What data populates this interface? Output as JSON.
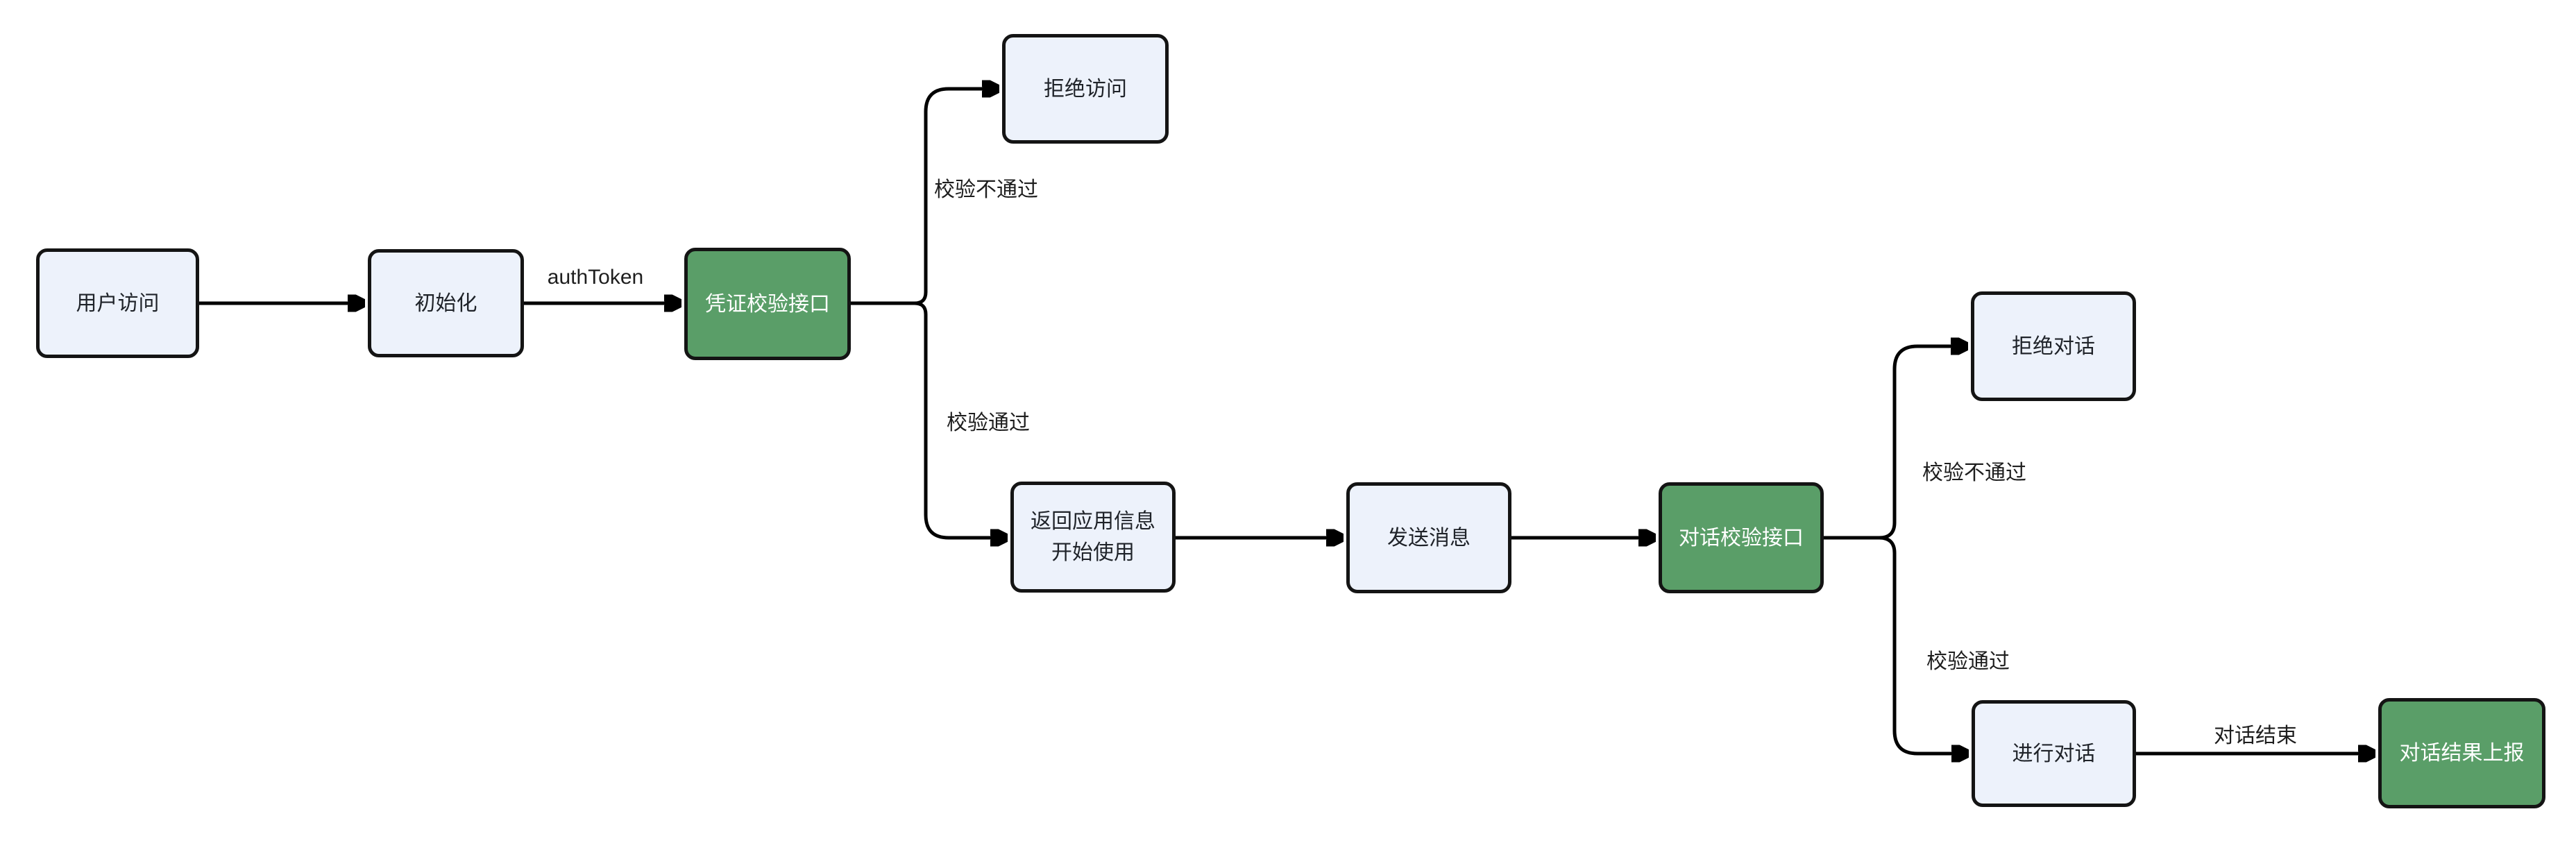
{
  "diagram": {
    "type": "flowchart",
    "direction": "left-to-right",
    "background": "#ffffff",
    "colors": {
      "node_fill": "#edf2fb",
      "node_border": "#141414",
      "green_node_fill": "#5a9e68",
      "green_node_text": "#ffffff",
      "text": "#1f2329",
      "edge": "#000000"
    },
    "nodes": {
      "user_access": {
        "label": "用户访问",
        "style": "default"
      },
      "init": {
        "label": "初始化",
        "style": "default"
      },
      "credential_check_api": {
        "label": "凭证校验接口",
        "style": "green"
      },
      "deny_access": {
        "label": "拒绝访问",
        "style": "default"
      },
      "return_app_info": {
        "label": "返回应用信息\n开始使用",
        "style": "default"
      },
      "send_message": {
        "label": "发送消息",
        "style": "default"
      },
      "dialog_check_api": {
        "label": "对话校验接口",
        "style": "green"
      },
      "deny_dialog": {
        "label": "拒绝对话",
        "style": "default"
      },
      "conduct_dialog": {
        "label": "进行对话",
        "style": "default"
      },
      "dialog_result_report": {
        "label": "对话结果上报",
        "style": "green"
      }
    },
    "edge_labels": {
      "auth_token": "authToken",
      "check_fail_1": "校验不通过",
      "check_pass_1": "校验通过",
      "check_fail_2": "校验不通过",
      "check_pass_2": "校验通过",
      "dialog_end": "对话结束"
    },
    "edges": [
      {
        "from": "user_access",
        "to": "init",
        "label": ""
      },
      {
        "from": "init",
        "to": "credential_check_api",
        "label": "authToken"
      },
      {
        "from": "credential_check_api",
        "to": "deny_access",
        "label": "校验不通过"
      },
      {
        "from": "credential_check_api",
        "to": "return_app_info",
        "label": "校验通过"
      },
      {
        "from": "return_app_info",
        "to": "send_message",
        "label": ""
      },
      {
        "from": "send_message",
        "to": "dialog_check_api",
        "label": ""
      },
      {
        "from": "dialog_check_api",
        "to": "deny_dialog",
        "label": "校验不通过"
      },
      {
        "from": "dialog_check_api",
        "to": "conduct_dialog",
        "label": "校验通过"
      },
      {
        "from": "conduct_dialog",
        "to": "dialog_result_report",
        "label": "对话结束"
      }
    ]
  }
}
